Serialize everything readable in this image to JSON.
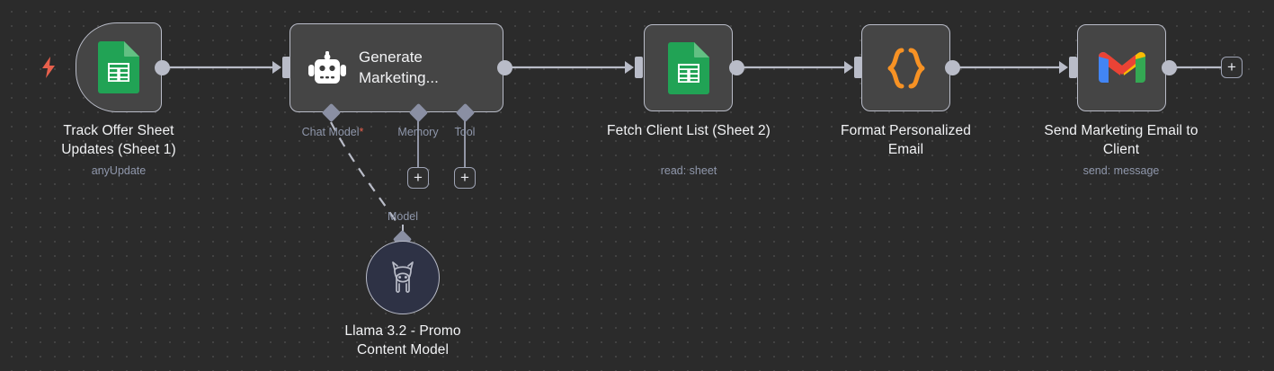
{
  "canvas": {
    "background_color": "#2b2b2b",
    "grid_dot_color": "#4a4a4a",
    "accent_colors": {
      "trigger_bolt": "#e8604c",
      "sheets_green": "#21a355",
      "code_orange": "#f79224",
      "gmail_red": "#ea4335",
      "gmail_blue": "#4285f4",
      "gmail_yellow": "#fbbc04",
      "gmail_green": "#34a853",
      "connector": "#b9bcc8",
      "label_muted": "#8f97ab"
    }
  },
  "nodes": [
    {
      "id": "trigger",
      "icon": "google-sheets-icon",
      "title": "Track Offer Sheet Updates (Sheet 1)",
      "subtitle": "anyUpdate",
      "trigger_icon": "lightning-bolt-icon"
    },
    {
      "id": "agent",
      "icon": "robot-icon",
      "inline_title": "Generate Marketing...",
      "title": "",
      "subtitle": "",
      "sub_ports": [
        {
          "label": "Chat Model",
          "required_marker": "*",
          "connected": true
        },
        {
          "label": "Memory",
          "required_marker": "",
          "connected": false
        },
        {
          "label": "Tool",
          "required_marker": "",
          "connected": false
        }
      ]
    },
    {
      "id": "fetch",
      "icon": "google-sheets-icon",
      "title": "Fetch Client List (Sheet 2)",
      "subtitle": "read: sheet"
    },
    {
      "id": "format",
      "icon": "code-braces-icon",
      "title": "Format Personalized Email",
      "subtitle": ""
    },
    {
      "id": "gmail",
      "icon": "gmail-icon",
      "title": "Send Marketing Email to Client",
      "subtitle": "send: message"
    },
    {
      "id": "llm",
      "icon": "llama-icon",
      "title": "Llama 3.2 - Promo Content Model",
      "subtitle": "",
      "connector_label": "Model"
    }
  ],
  "add_buttons": {
    "memory_add": "+",
    "tool_add": "+",
    "end_add": "+"
  }
}
